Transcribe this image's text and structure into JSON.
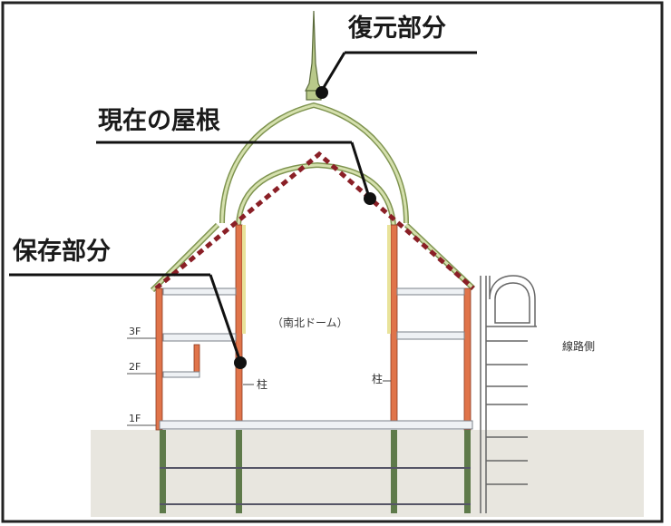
{
  "callouts": {
    "restored": "復元部分",
    "current_roof": "現在の屋根",
    "preserved": "保存部分"
  },
  "labels": {
    "dome": "（南北ドーム）",
    "pillar_left": "柱",
    "pillar_right": "柱",
    "track_side": "線路側"
  },
  "floors": [
    "3F",
    "2F",
    "1F"
  ],
  "colors": {
    "restored_roof": "#b9c98a",
    "preserved_wall": "#e0744a",
    "current_roof_hatch": "#8a1f26",
    "ground": "#e8e6df",
    "foundation": "#5e7a4a"
  }
}
